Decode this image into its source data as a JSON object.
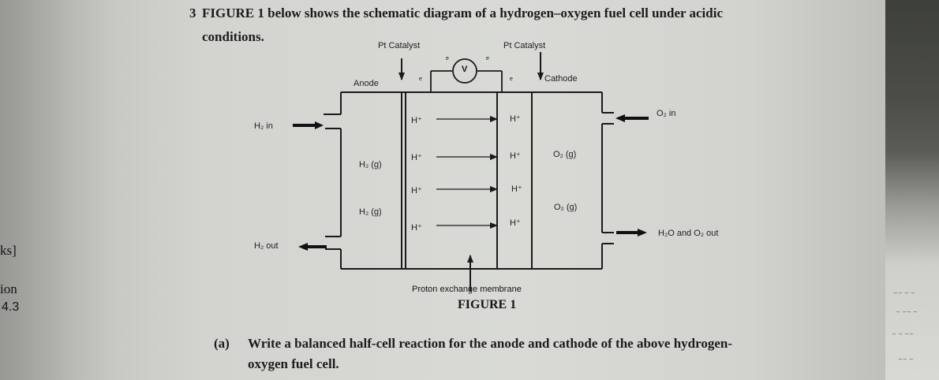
{
  "question": {
    "number": "3",
    "line1": "FIGURE 1 below shows the schematic diagram of a hydrogen–oxygen fuel cell under acidic",
    "line2": "conditions."
  },
  "margin_left": {
    "marks_fragment": "ks]",
    "section_fragment": "ion",
    "number_fragment": "4.3"
  },
  "diagram": {
    "pt_catalyst_left": "Pt Catalyst",
    "pt_catalyst_right": "Pt Catalyst",
    "anode": "Anode",
    "cathode": "Cathode",
    "voltmeter": "V",
    "electron": "e",
    "h2_in": "H₂ in",
    "h2_out": "H₂ out",
    "o2_in": "O₂ in",
    "h2o_o2_out": "H₂O and O₂ out",
    "h2_gas": "H₂ (g)",
    "o2_gas": "O₂ (g)",
    "h_plus": "H⁺",
    "membrane": "Proton exchange membrane",
    "figure_caption": "FIGURE 1"
  },
  "part_a": {
    "label": "(a)",
    "line1": "Write a balanced half-cell reaction for the anode and cathode of the above hydrogen-",
    "line2": "oxygen fuel cell."
  },
  "colors": {
    "paper": "#d6d7d3",
    "ink": "#141414"
  }
}
